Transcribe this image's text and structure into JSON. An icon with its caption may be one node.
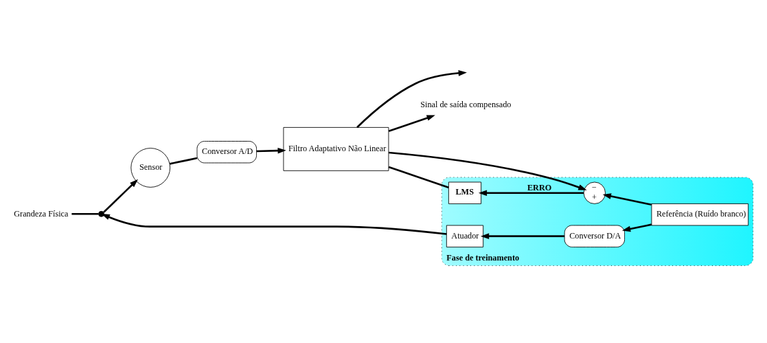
{
  "diagram": {
    "nodes": [
      {
        "text": [
          "Grandeza Física"
        ]
      },
      {
        "text": [],
        "shape": "switch"
      },
      {
        "text": [
          "Sensor"
        ]
      },
      {
        "text": [
          "Conversor A/D"
        ]
      },
      {
        "text": [
          "Filtro Adaptativo Não Linear"
        ]
      },
      {
        "text": [
          "Sinal de saída compensado"
        ]
      },
      {
        "text": [
          "Fase de treinamento"
        ]
      },
      {
        "text": [
          "LMS"
        ],
        "in": 6
      },
      {
        "text": [
          "−",
          "+"
        ],
        "in": 6
      },
      {
        "text": [
          "Atuador"
        ],
        "in": 6
      },
      {
        "text": [
          "Conversor D/A"
        ],
        "in": 6
      },
      {
        "text": [
          "Referência (Ruído branco)"
        ],
        "in": 6
      }
    ],
    "edges": [
      {
        "from": 0,
        "to": 1,
        "arrow": "none"
      },
      {
        "from": 1,
        "to": 2,
        "arrow": "to"
      },
      {
        "from": 2,
        "to": 3,
        "arrow": "none"
      },
      {
        "from": 3,
        "to": 4,
        "arrow": "to"
      },
      {
        "from": 4,
        "to": null,
        "arrow": "to"
      },
      {
        "from": 4,
        "to": 5,
        "arrow": "to"
      },
      {
        "from": 4,
        "to": 8,
        "arrow": "to"
      },
      {
        "from": 8,
        "to": 7,
        "arrow": "to",
        "label": "ERRO"
      },
      {
        "from": 7,
        "to": 4,
        "arrow": "none"
      },
      {
        "from": 11,
        "to": 8,
        "arrow": "to"
      },
      {
        "from": 11,
        "to": 10,
        "arrow": "to"
      },
      {
        "from": 10,
        "to": 9,
        "arrow": "to"
      },
      {
        "from": 9,
        "to": 1,
        "arrow": "to"
      }
    ]
  }
}
